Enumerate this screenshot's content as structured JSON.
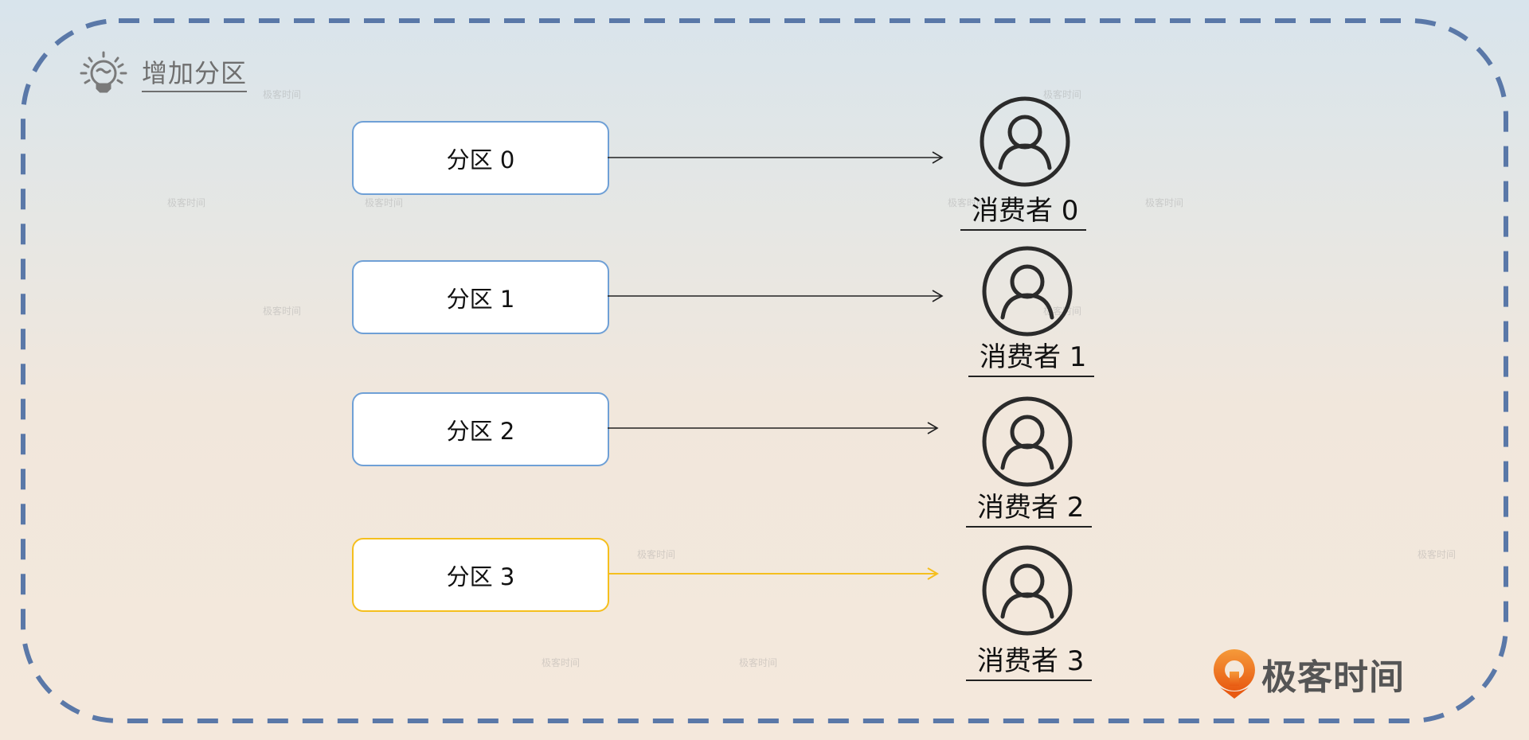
{
  "title": "增加分区",
  "icons": {
    "title_icon": "lightbulb-icon",
    "consumer_icon": "user-circle-icon",
    "logo_icon": "geektime-logo-icon"
  },
  "colors": {
    "frame_dash": "#5a78a8",
    "partition_border": "#6fa0d6",
    "partition_highlight_border": "#f5bf1e",
    "arrow_default": "#222222",
    "arrow_highlight": "#f5bf1e",
    "logo_orange": "#ef6c1a"
  },
  "partitions": [
    {
      "label": "分区 0",
      "highlight": false
    },
    {
      "label": "分区 1",
      "highlight": false
    },
    {
      "label": "分区 2",
      "highlight": false
    },
    {
      "label": "分区 3",
      "highlight": true
    }
  ],
  "consumers": [
    {
      "label": "消费者 0"
    },
    {
      "label": "消费者 1"
    },
    {
      "label": "消费者 2"
    },
    {
      "label": "消费者 3"
    }
  ],
  "connections": [
    {
      "from": "分区 0",
      "to": "消费者 0"
    },
    {
      "from": "分区 1",
      "to": "消费者 1"
    },
    {
      "from": "分区 2",
      "to": "消费者 2"
    },
    {
      "from": "分区 3",
      "to": "消费者 3"
    }
  ],
  "logo": {
    "text": "极客时间"
  },
  "watermark": "极客时间"
}
